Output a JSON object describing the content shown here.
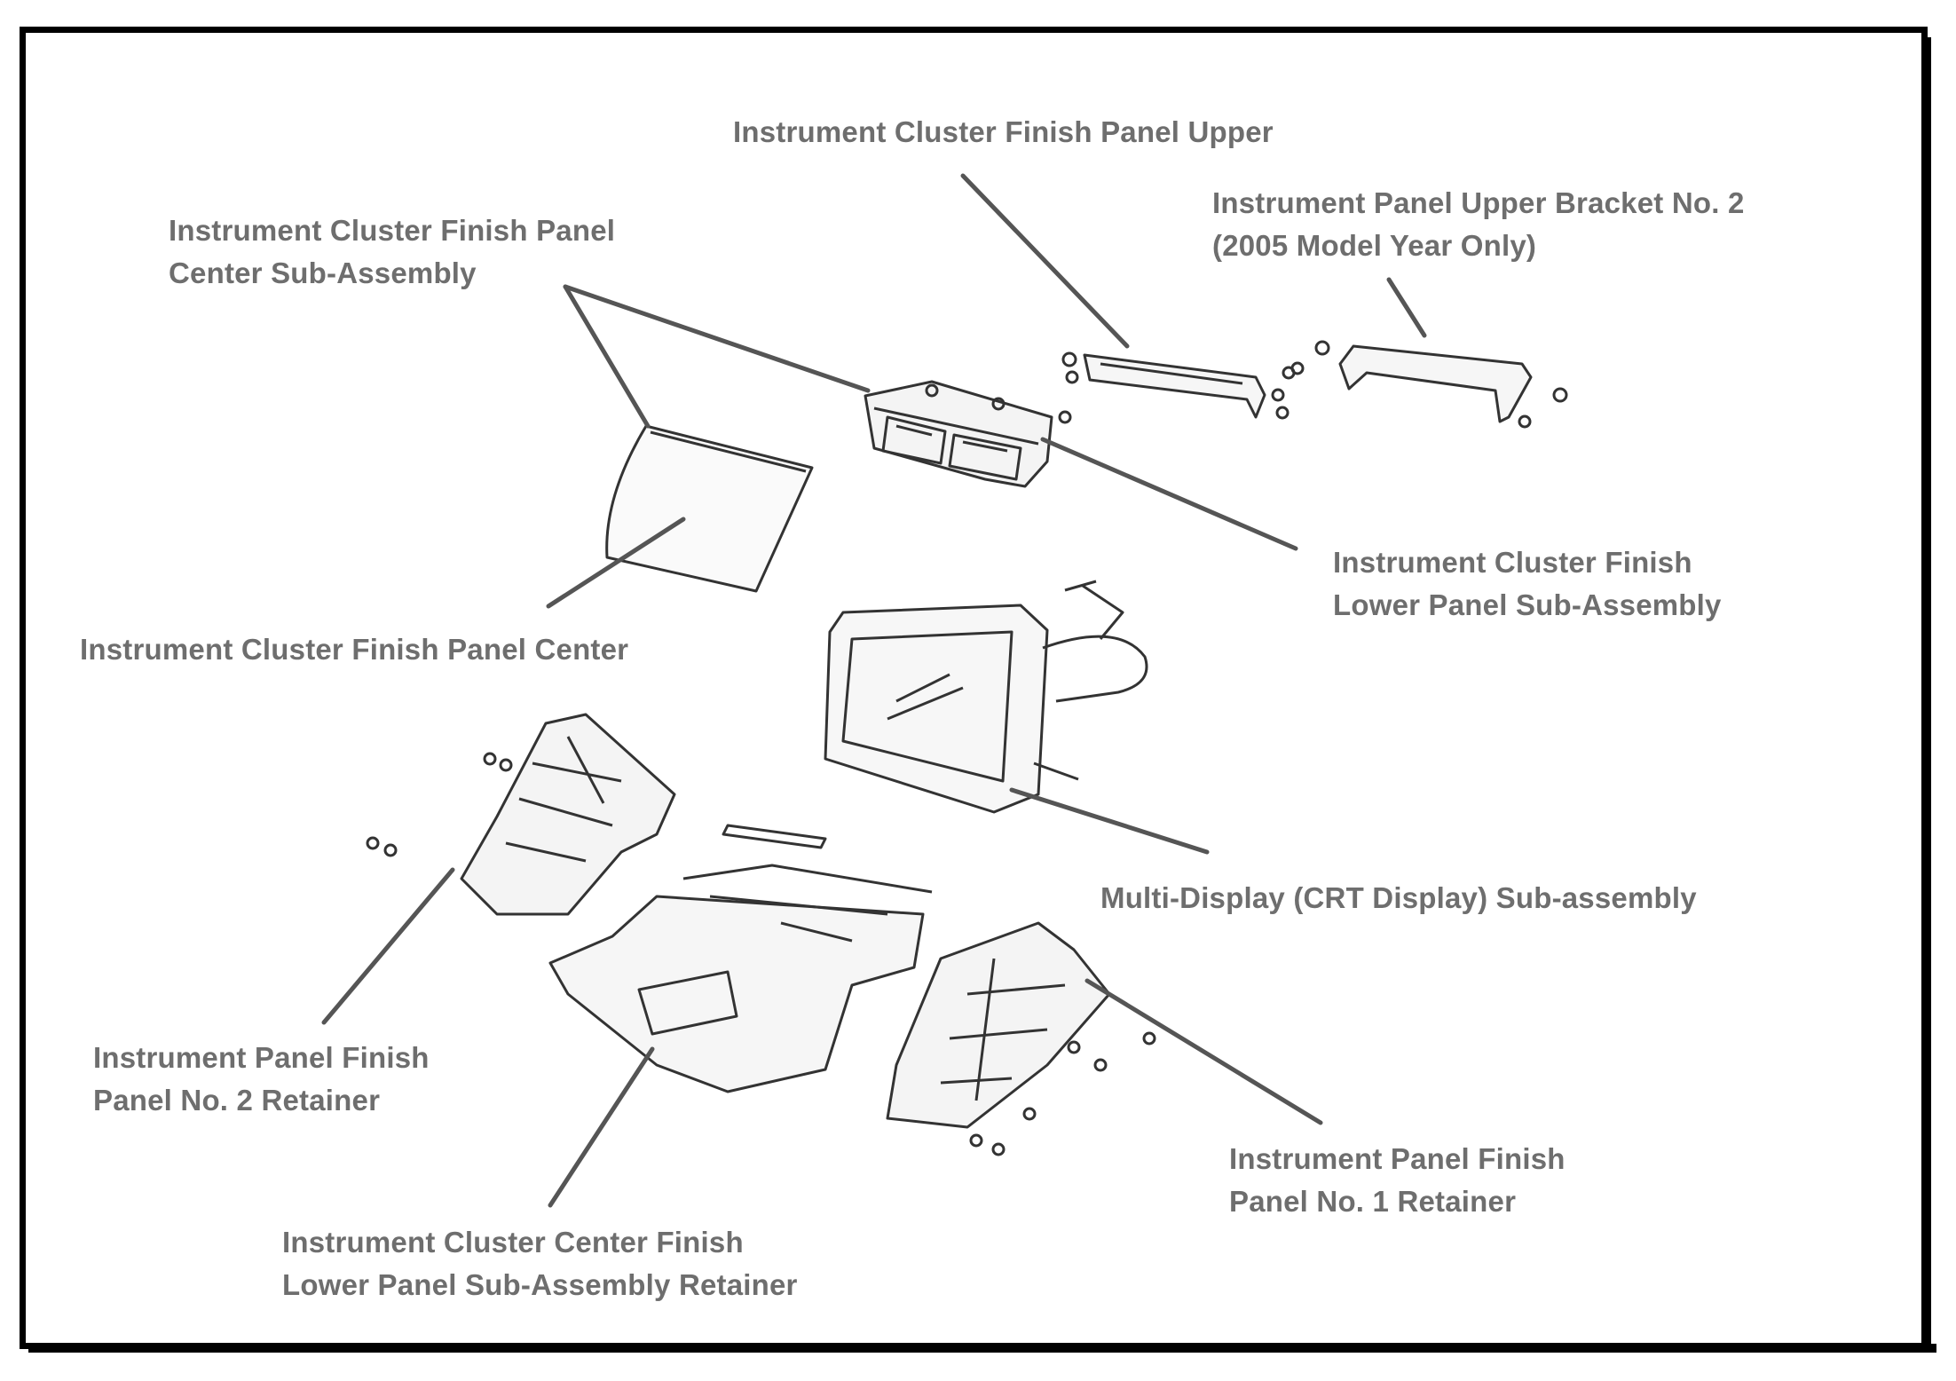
{
  "labels": {
    "cluster_upper": [
      "Instrument Cluster Finish Panel Upper"
    ],
    "bracket_no2": [
      "Instrument Panel Upper Bracket No. 2",
      "(2005 Model Year Only)"
    ],
    "center_sub_assembly": [
      "Instrument Cluster Finish Panel",
      "Center Sub-Assembly"
    ],
    "lower_panel_sub_assembly": [
      "Instrument Cluster Finish",
      "Lower Panel Sub-Assembly"
    ],
    "panel_center": [
      "Instrument Cluster Finish Panel Center"
    ],
    "multi_display": [
      "Multi-Display (CRT Display) Sub-assembly"
    ],
    "retainer_no2": [
      "Instrument Panel Finish",
      "Panel No. 2 Retainer"
    ],
    "retainer_no1": [
      "Instrument Panel Finish",
      "Panel No. 1 Retainer"
    ],
    "lower_retainer": [
      "Instrument Cluster Center Finish",
      "Lower Panel Sub-Assembly Retainer"
    ]
  },
  "colors": {
    "label_text": "#6e6e6e",
    "leader_line": "#555555",
    "frame": "#000000",
    "drawing": "#333333"
  }
}
